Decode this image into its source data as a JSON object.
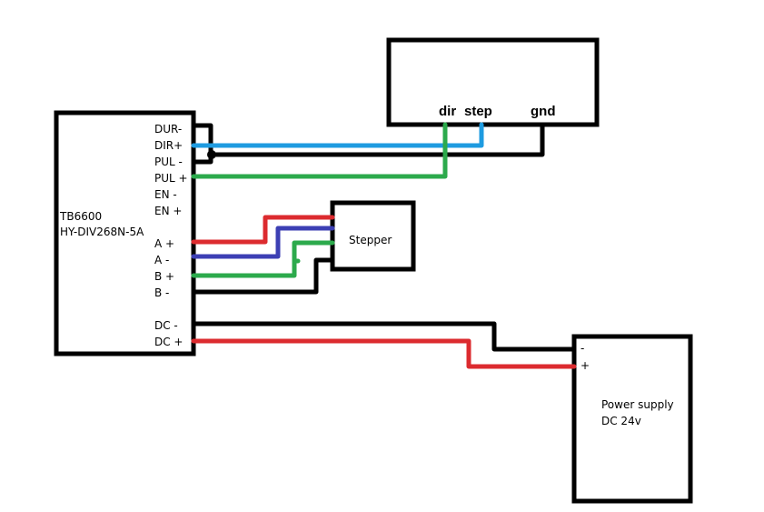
{
  "colors": {
    "red": "#dc2b2f",
    "blue": "#1e9be0",
    "navy": "#3c3fb4",
    "green": "#2caa4c",
    "black": "#000000"
  },
  "driver": {
    "title": "TB6600",
    "model": "HY-DIV268N-5A",
    "pins": [
      "DUR-",
      "DIR+",
      "PUL -",
      "PUL +",
      "EN -",
      "EN +",
      "A +",
      "A -",
      "B +",
      "B -",
      "DC -",
      "DC +"
    ]
  },
  "controller": {
    "pins": [
      "dir",
      "step",
      "gnd"
    ]
  },
  "stepper": {
    "label": "Stepper"
  },
  "power_supply": {
    "label_line1": "Power supply",
    "label_line2": "DC 24v",
    "pins": [
      "-",
      "+"
    ]
  },
  "connections": [
    {
      "from": "DIR+",
      "to": "step",
      "color": "blue"
    },
    {
      "from": "PUL -",
      "to": "gnd",
      "color": "black",
      "note": "DUR- joined"
    },
    {
      "from": "PUL +",
      "to": "dir",
      "color": "green"
    },
    {
      "from": "A +",
      "to": "Stepper",
      "color": "red"
    },
    {
      "from": "A -",
      "to": "Stepper",
      "color": "navy"
    },
    {
      "from": "B +",
      "to": "Stepper",
      "color": "green"
    },
    {
      "from": "B -",
      "to": "Stepper",
      "color": "black"
    },
    {
      "from": "DC -",
      "to": "-",
      "color": "black"
    },
    {
      "from": "DC +",
      "to": "+",
      "color": "red"
    }
  ]
}
